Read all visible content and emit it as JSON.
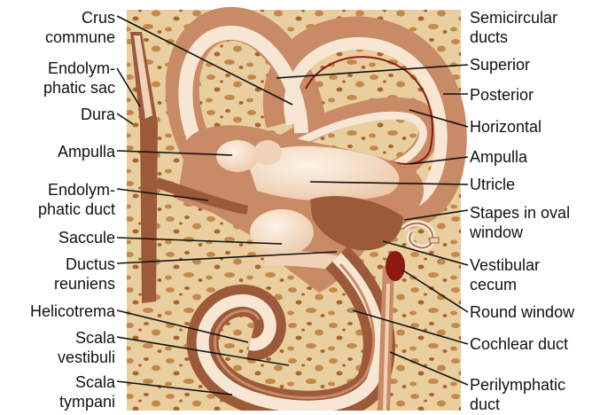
{
  "colors": {
    "bone": "#e9cf9f",
    "bone_spot": "#c4894a",
    "bone_spot_dark": "#a8652f",
    "membrane_dark": "#9c5a3a",
    "membrane_mid": "#c98a66",
    "membrane_light": "#f0d2b8",
    "sac_light": "#f7e6d4",
    "round_window": "#8b1a12",
    "leader": "#111111"
  },
  "labels_left": [
    {
      "id": "crus-commune",
      "lines": [
        "Crus",
        "commune"
      ]
    },
    {
      "id": "endolymphatic-sac",
      "lines": [
        "Endolym-",
        "phatic sac"
      ]
    },
    {
      "id": "dura",
      "lines": [
        "Dura"
      ]
    },
    {
      "id": "ampulla-left",
      "lines": [
        "Ampulla"
      ]
    },
    {
      "id": "endolymphatic-duct",
      "lines": [
        "Endolym-",
        "phatic duct"
      ]
    },
    {
      "id": "saccule",
      "lines": [
        "Saccule"
      ]
    },
    {
      "id": "ductus-reuniens",
      "lines": [
        "Ductus",
        "reuniens"
      ]
    },
    {
      "id": "helicotrema",
      "lines": [
        "Helicotrema"
      ]
    },
    {
      "id": "scala-vestibuli",
      "lines": [
        "Scala",
        "vestibuli"
      ]
    },
    {
      "id": "scala-tympani",
      "lines": [
        "Scala",
        "tympani"
      ]
    }
  ],
  "labels_right": [
    {
      "id": "semicircular-ducts",
      "lines": [
        "Semicircular",
        "ducts"
      ]
    },
    {
      "id": "superior",
      "lines": [
        "Superior"
      ]
    },
    {
      "id": "posterior",
      "lines": [
        "Posterior"
      ]
    },
    {
      "id": "horizontal",
      "lines": [
        "Horizontal"
      ]
    },
    {
      "id": "ampulla-right",
      "lines": [
        "Ampulla"
      ]
    },
    {
      "id": "utricle",
      "lines": [
        "Utricle"
      ]
    },
    {
      "id": "stapes-in-oval-window",
      "lines": [
        "Stapes in oval",
        "window"
      ]
    },
    {
      "id": "vestibular-cecum",
      "lines": [
        "Vestibular",
        "cecum"
      ]
    },
    {
      "id": "round-window",
      "lines": [
        "Round window"
      ]
    },
    {
      "id": "cochlear-duct",
      "lines": [
        "Cochlear duct"
      ]
    },
    {
      "id": "perilymphatic-duct",
      "lines": [
        "Perilymphatic",
        "duct"
      ]
    }
  ]
}
